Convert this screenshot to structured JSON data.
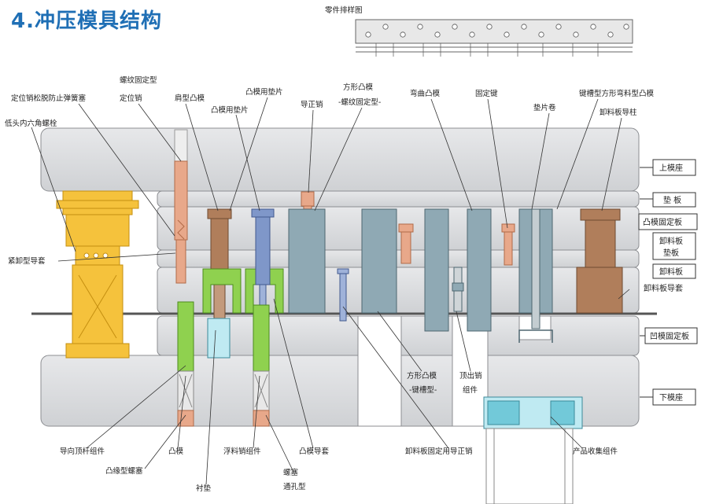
{
  "title": "4.冲压模具结构",
  "strip_label": "零件排样图",
  "callouts_top": {
    "c1": "定位销松脱防止弹簧塞",
    "c2a": "螺纹固定型",
    "c2b": "定位销",
    "c3": "肩型凸模",
    "c4": "凸模用垫片",
    "c5": "凸模用垫片",
    "c6": "导正销",
    "c7a": "方形凸模",
    "c7b": "-螺纹固定型-",
    "c8": "弯曲凸模",
    "c9": "固定键",
    "c10": "垫片卷",
    "c11": "键槽型方形弯料型凸模",
    "c12": "卸料板导柱",
    "c13": "低头内六角螺栓"
  },
  "callouts_left": {
    "guide_bush": "紧卸型导套"
  },
  "callouts_bottom": {
    "b1": "导向顶杆组件",
    "b2": "凸模",
    "b3": "凸缘型螺塞",
    "b4": "衬垫",
    "b5": "浮料销组件",
    "b6a": "螺塞",
    "b6b": "通孔型",
    "b7": "凸模导套",
    "b8a": "方形凸模",
    "b8b": "-键槽型-",
    "b9a": "顶出销",
    "b9b": "组件",
    "b10": "卸料板固定用导正销",
    "b11": "产品收集组件"
  },
  "plates": {
    "p1": "上模座",
    "p2": "垫 板",
    "p3": "凸模固定板",
    "p4a": "卸料板",
    "p4b": "垫板",
    "p5": "卸料板",
    "p6": "卸料板导套",
    "p7": "凹模固定板",
    "p8": "下模座"
  },
  "colors": {
    "title": "#1f6fb5",
    "plate": "#d9dadc",
    "plate_edge": "#8c8e92",
    "steel_blue": "#8fa9b4",
    "punch_blue": "#7f97c9",
    "copper": "#d79a78",
    "brown": "#b07e5b",
    "green": "#8fd14f",
    "yellow": "#f5c23c",
    "cyan": "#72c9d9",
    "line": "#333333"
  }
}
